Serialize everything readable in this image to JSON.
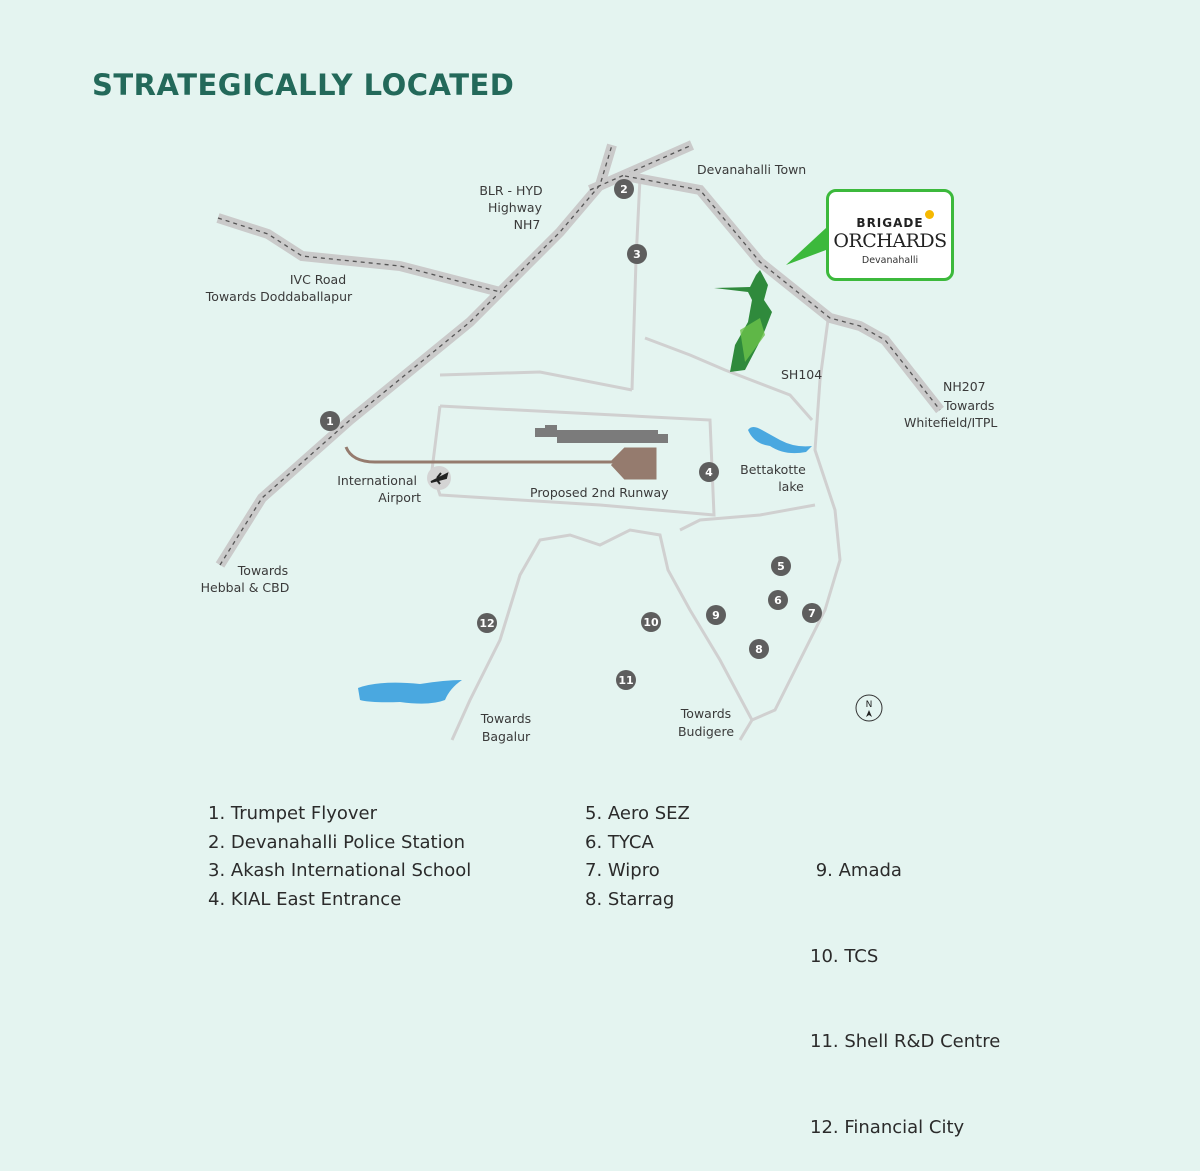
{
  "title": "STRATEGICALLY LOCATED",
  "logo": {
    "brand": "BRIGADE",
    "name": "ORCHARDS",
    "location": "Devanahalli",
    "border_color": "#3cb93c",
    "dot_color": "#f5b800"
  },
  "map_labels": {
    "nh7": [
      "BLR - HYD",
      "Highway",
      "NH7"
    ],
    "devanahalli_town": "Devanahalli Town",
    "ivc": [
      "IVC Road",
      "Towards Doddaballapur"
    ],
    "sh104": "SH104",
    "nh207": [
      "NH207",
      "Towards",
      "Whitefield/ITPL"
    ],
    "airport": [
      "International",
      "Airport"
    ],
    "runway": "Proposed 2nd Runway",
    "lake": [
      "Bettakotte",
      "lake"
    ],
    "hebbal": [
      "Towards",
      "Hebbal & CBD"
    ],
    "bagalur": [
      "Towards",
      "Bagalur"
    ],
    "budigere": [
      "Towards",
      "Budigere"
    ],
    "compass": "N"
  },
  "markers": [
    "1",
    "2",
    "3",
    "4",
    "5",
    "6",
    "7",
    "8",
    "9",
    "10",
    "11",
    "12"
  ],
  "legend": [
    [
      "1. Trumpet Flyover",
      "2. Devanahalli Police Station",
      "3. Akash International School",
      "4. KIAL East Entrance"
    ],
    [
      "5. Aero SEZ",
      "6. TYCA",
      "7. Wipro",
      "8. Starrag"
    ],
    [
      " 9. Amada",
      "10. TCS",
      "11. Shell R&D Centre",
      "12. Financial City"
    ]
  ],
  "colors": {
    "background": "#e4f4f0",
    "title": "#23695a",
    "marker": "#5e5e5e",
    "water": "#4aa8e0",
    "runway": "#957b6e"
  }
}
